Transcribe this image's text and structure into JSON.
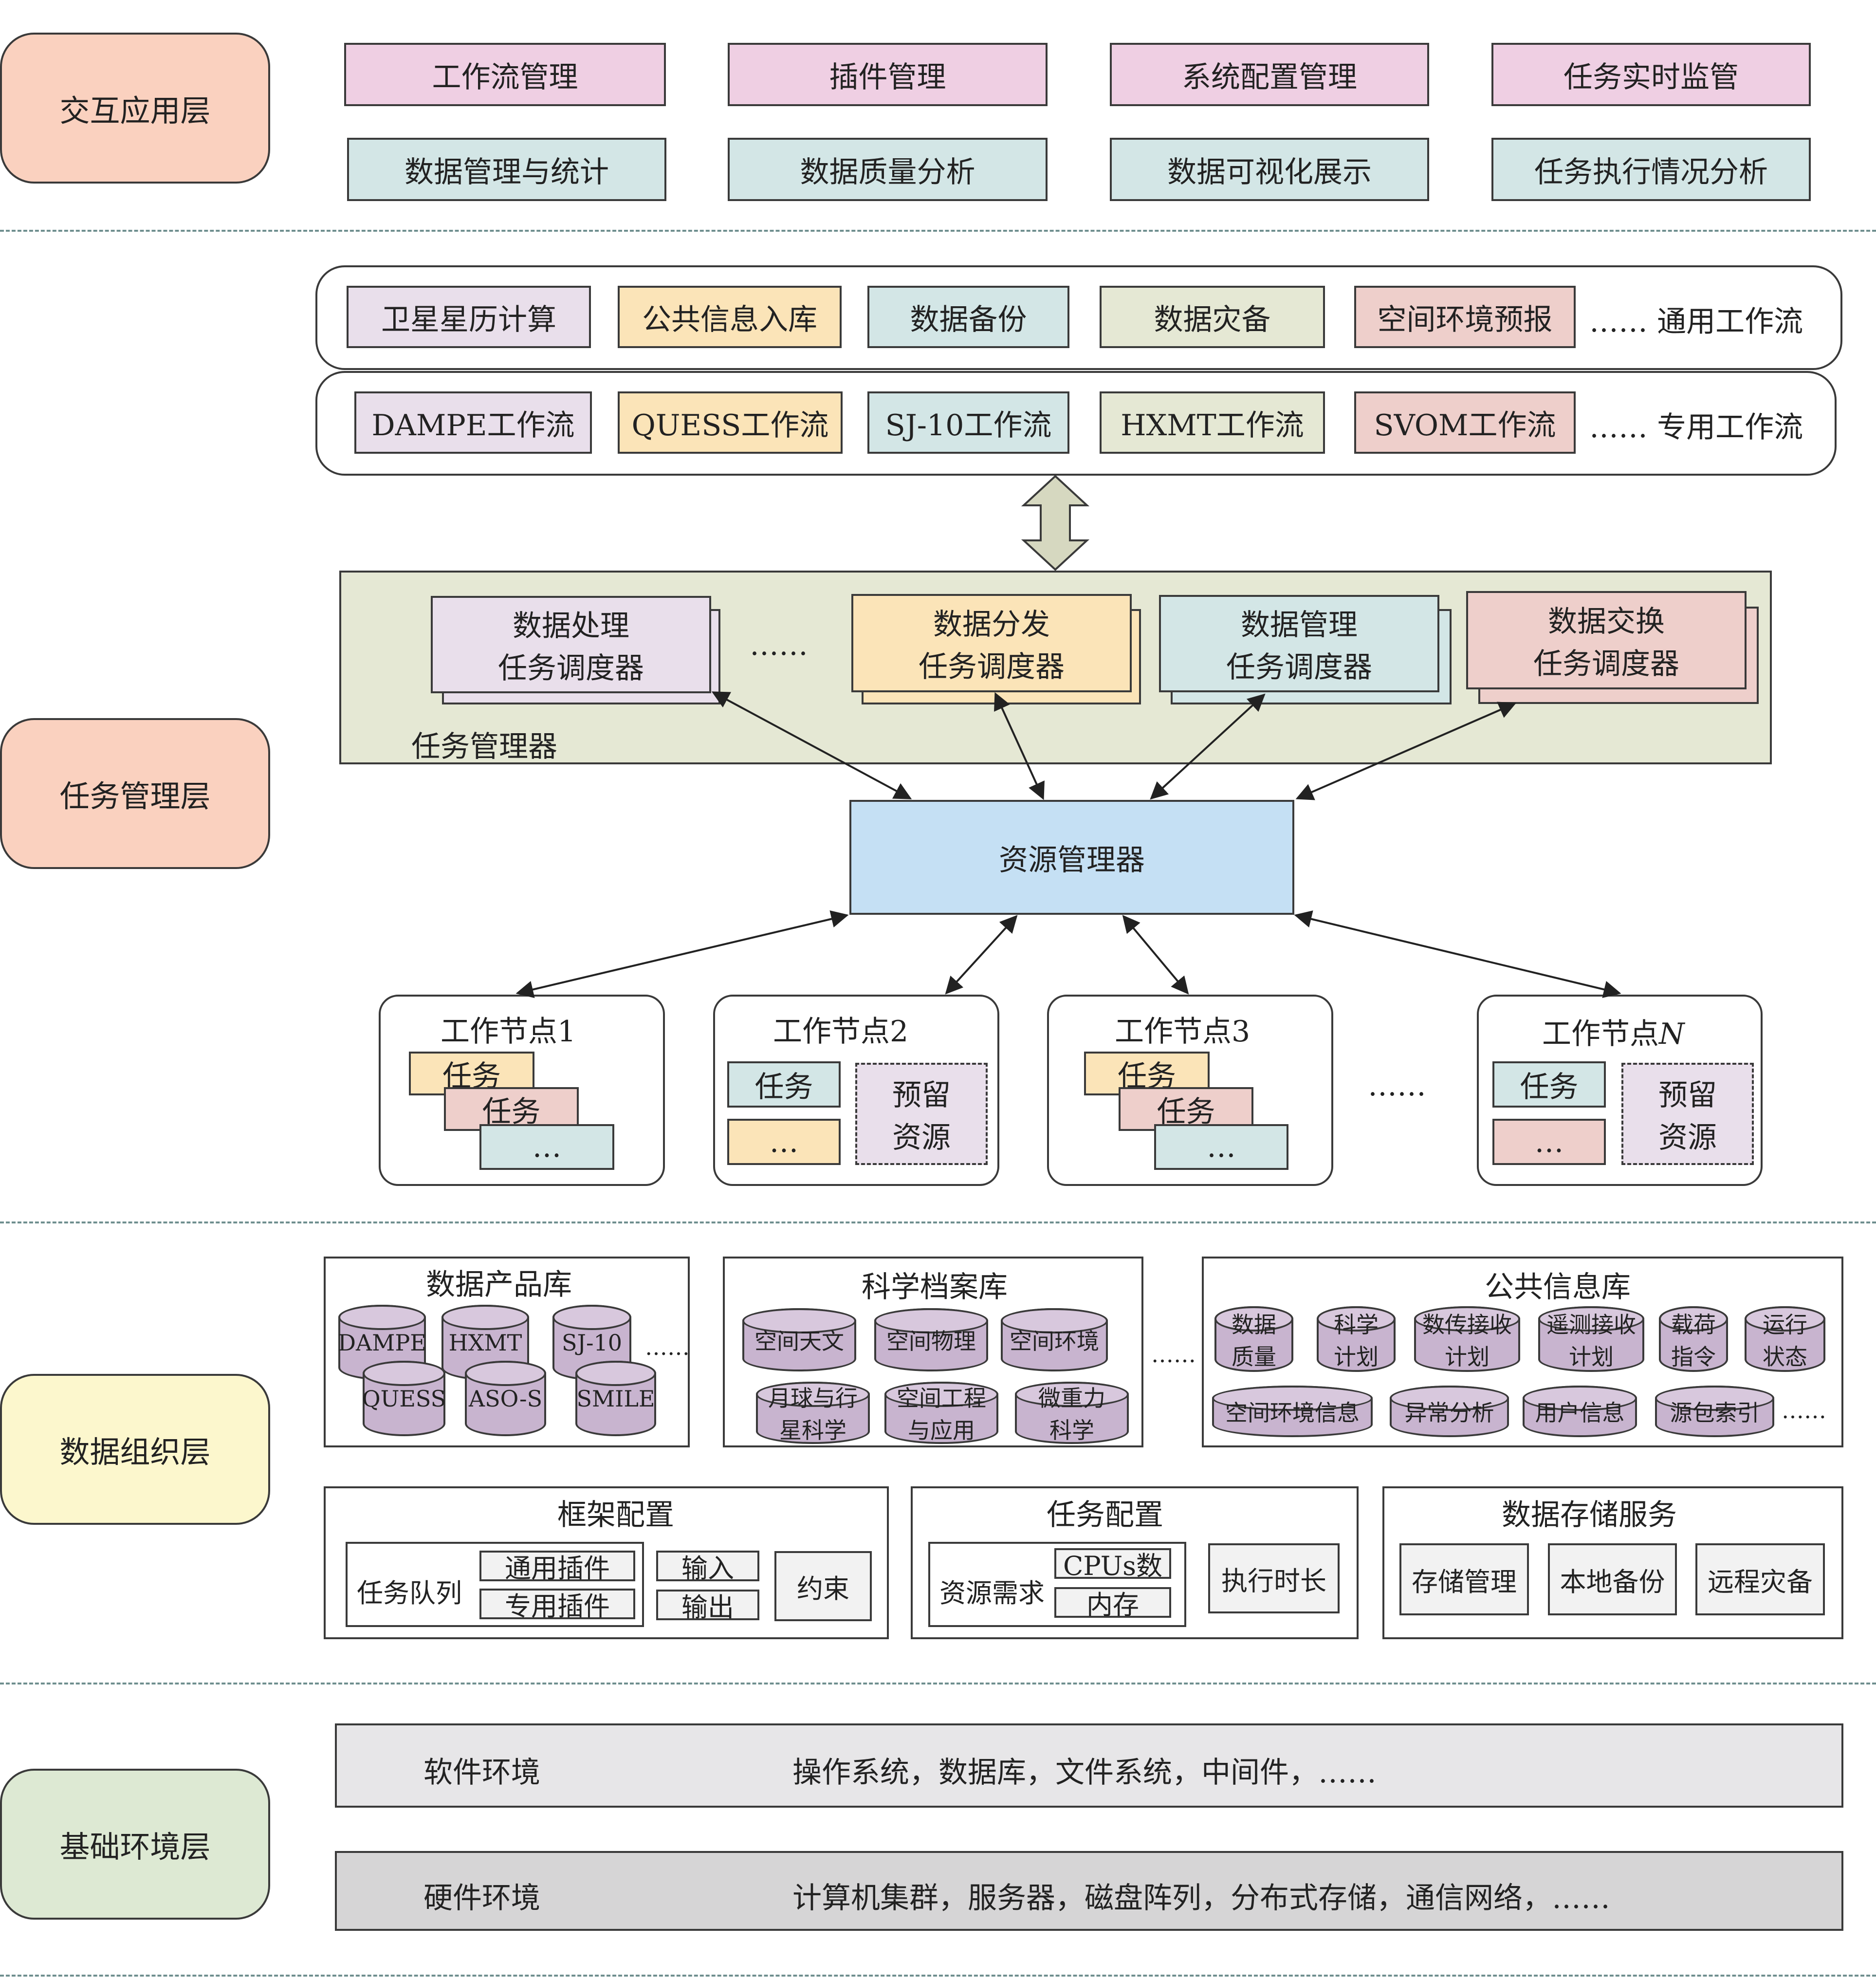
{
  "layers": {
    "interaction": "交互应用层",
    "task_management": "任务管理层",
    "data_organization": "数据组织层",
    "infrastructure": "基础环境层"
  },
  "interaction": {
    "row1": [
      "工作流管理",
      "插件管理",
      "系统配置管理",
      "任务实时监管"
    ],
    "row2": [
      "数据管理与统计",
      "数据质量分析",
      "数据可视化展示",
      "任务执行情况分析"
    ]
  },
  "workflows": {
    "general": [
      "卫星星历计算",
      "公共信息入库",
      "数据备份",
      "数据灾备",
      "空间环境预报"
    ],
    "general_tail": "…… 通用工作流",
    "special": [
      "DAMPE工作流",
      "QUESS工作流",
      "SJ-10工作流",
      "HXMT工作流",
      "SVOM工作流"
    ],
    "special_tail": "…… 专用工作流"
  },
  "task_manager": {
    "label": "任务管理器",
    "ellipsis": "……",
    "schedulers": [
      [
        "数据处理",
        "任务调度器"
      ],
      [
        "数据分发",
        "任务调度器"
      ],
      [
        "数据管理",
        "任务调度器"
      ],
      [
        "数据交换",
        "任务调度器"
      ]
    ]
  },
  "resource_manager": "资源管理器",
  "nodes": {
    "titles": [
      "工作节点1",
      "工作节点2",
      "工作节点3",
      "工作节点"
    ],
    "last_suffix": "N",
    "task": "任务",
    "more": "…",
    "reserved": [
      "预留",
      "资源"
    ],
    "ellipsis": "……"
  },
  "data_products": {
    "title": "数据产品库",
    "items": [
      "DAMPE",
      "HXMT",
      "SJ-10",
      "QUESS",
      "ASO-S",
      "SMILE"
    ],
    "more": "……"
  },
  "science_archive": {
    "title": "科学档案库",
    "row1": [
      "空间天文",
      "空间物理",
      "空间环境"
    ],
    "row2": [
      [
        "月球与行",
        "星科学"
      ],
      [
        "空间工程",
        "与应用"
      ],
      [
        "微重力",
        "科学"
      ]
    ]
  },
  "between_libs": "……",
  "public_info": {
    "title": "公共信息库",
    "row1": [
      [
        "数据",
        "质量"
      ],
      [
        "科学",
        "计划"
      ],
      [
        "数传接收",
        "计划"
      ],
      [
        "遥测接收",
        "计划"
      ],
      [
        "载荷",
        "指令"
      ],
      [
        "运行",
        "状态"
      ]
    ],
    "row2": [
      "空间环境信息",
      "异常分析",
      "用户信息",
      "源包索引"
    ],
    "more": "……"
  },
  "framework_config": {
    "title": "框架配置",
    "queue": "任务队列",
    "plugins": [
      "通用插件",
      "专用插件"
    ],
    "io": [
      "输入",
      "输出"
    ],
    "constraint": "约束"
  },
  "task_config": {
    "title": "任务配置",
    "resource_req": "资源需求",
    "items": [
      "CPUs数",
      "内存"
    ],
    "duration": "执行时长"
  },
  "storage_service": {
    "title": "数据存储服务",
    "items": [
      "存储管理",
      "本地备份",
      "远程灾备"
    ]
  },
  "environment": {
    "software_label": "软件环境",
    "software_desc": "操作系统，数据库，文件系统，中间件，……",
    "hardware_label": "硬件环境",
    "hardware_desc": "计算机集群，服务器，磁盘阵列，分布式存储，通信网络，……"
  },
  "colors": {
    "pink": "#efcfe3",
    "teal": "#d3e6e6",
    "lavender": "#e9dfeb",
    "yellow": "#fbe4b8",
    "green": "#e5e8d4",
    "rose": "#eecfcb",
    "blue": "#c5e0f4",
    "salmon": "#fad1bf",
    "cream": "#fcf7cd",
    "mint": "#dde9d3",
    "gray1": "#e7e6e8",
    "gray2": "#d6d5d6"
  }
}
